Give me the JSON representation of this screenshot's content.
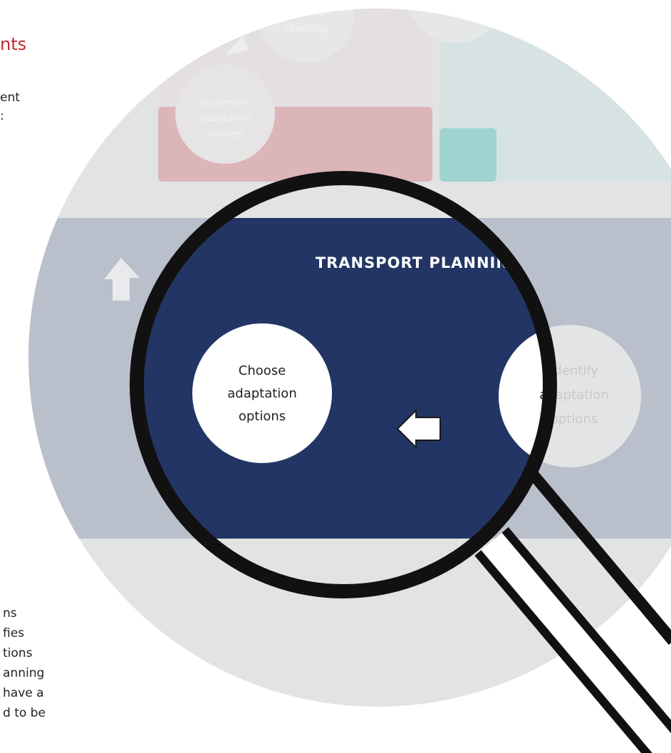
{
  "left_column": {
    "heading_fragment": "nts",
    "intro_lines": [
      "ent",
      ":"
    ],
    "body_lines": [
      "ns",
      "fies",
      "tions",
      "anning",
      "have a",
      "d to be"
    ]
  },
  "diagram": {
    "band_title": "TRANSPORT PLANNING",
    "circles": {
      "top_partial_label": "Learning",
      "top_partial_label_above": "ation &",
      "implement": [
        "Implement",
        "adaptation",
        "choices"
      ],
      "choose": [
        "Choose",
        "adaptation",
        "options"
      ],
      "identify": [
        "Identify",
        "adaptation",
        "options"
      ]
    },
    "colors": {
      "band": "#233564",
      "band_faded": "#b9bfcb",
      "outer_circle": "#e2e3e3",
      "pink_panel": "#d9b6b9",
      "teal_panel": "#d6e2e1",
      "lens_ring": "#111111"
    }
  }
}
